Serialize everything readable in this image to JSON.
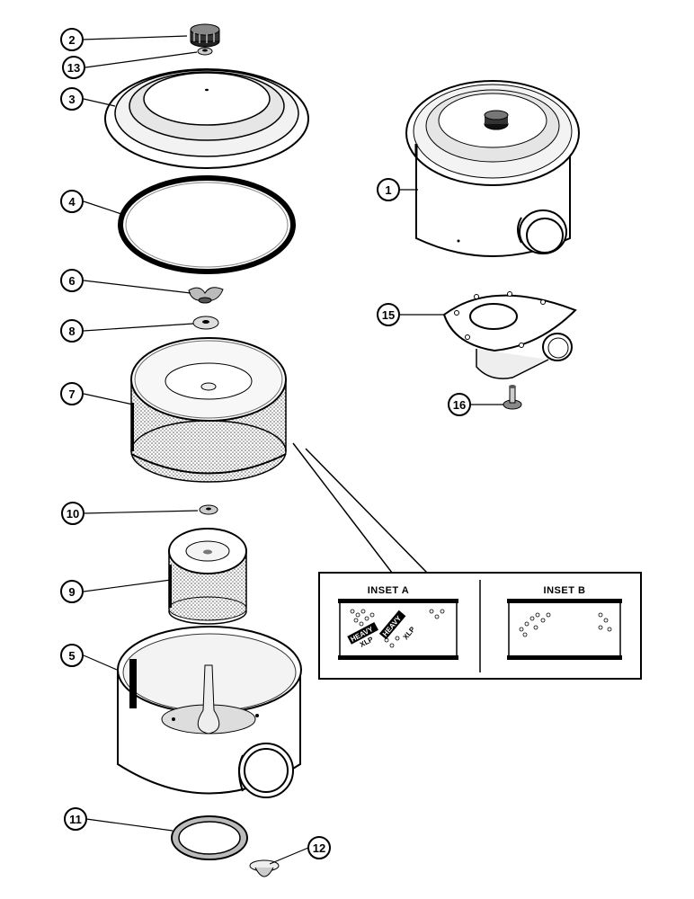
{
  "callouts": {
    "c1": "1",
    "c2": "2",
    "c3": "3",
    "c4": "4",
    "c5": "5",
    "c6": "6",
    "c7": "7",
    "c8": "8",
    "c9": "9",
    "c10": "10",
    "c11": "11",
    "c12": "12",
    "c13": "13",
    "c15": "15",
    "c16": "16"
  },
  "insets": {
    "a_title": "INSET A",
    "b_title": "INSET B",
    "a_mark1": "HEAVY",
    "a_mark2": "XLP",
    "a_mark3": "HEAVY",
    "a_mark4": "XLP"
  }
}
